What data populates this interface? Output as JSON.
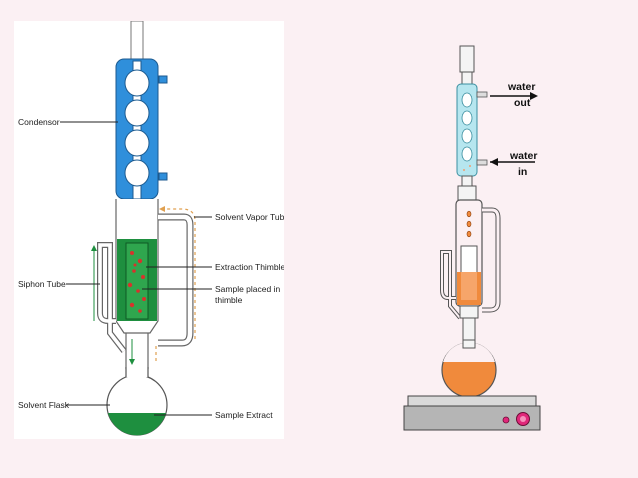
{
  "left_diagram": {
    "labels": {
      "condensor": "Condensor",
      "solvent_vapor_tube": "Solvent Vapor Tube",
      "extraction_thimble": "Extraction Thimble",
      "siphon_tube": "Siphon Tube",
      "sample_placed_1": "Sample placed in",
      "sample_placed_2": "thimble",
      "solvent_flask": "Solvent Flask",
      "sample_extract": "Sample Extract"
    },
    "colors": {
      "condenser_blue": "#2f8fdb",
      "solvent_green": "#1e8f3f",
      "sample_red": "#d8322c",
      "vapor_orange": "#e0a050"
    }
  },
  "right_diagram": {
    "labels": {
      "water_out_1": "water",
      "water_out_2": "out",
      "water_in_1": "water",
      "water_in_2": "in"
    },
    "colors": {
      "condenser_cyan": "#b6e6ef",
      "solvent_orange": "#f08a3c",
      "hotplate_gray": "#b5b5b5",
      "knob_magenta": "#e0287a"
    }
  }
}
